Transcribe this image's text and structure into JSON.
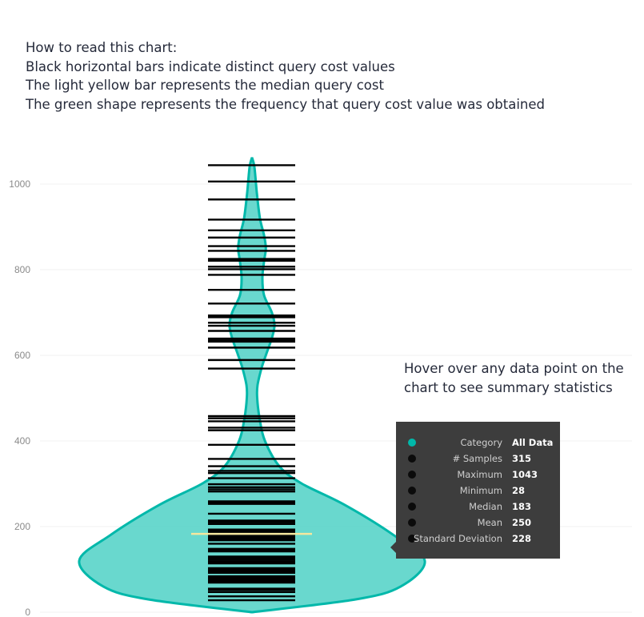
{
  "instructions": {
    "lines": [
      "How to read this chart:",
      "Black horizontal bars indicate distinct query cost values",
      "The light yellow bar represents the median query cost",
      "The green shape represents the frequency that query cost value was obtained"
    ]
  },
  "hover_note": {
    "lines": [
      "Hover over any data point on the",
      "chart to see summary statistics"
    ]
  },
  "tooltip": {
    "rows": [
      {
        "label": "Category",
        "value": "All Data",
        "dot_color": "#01b8aa"
      },
      {
        "label": "# Samples",
        "value": "315",
        "dot_color": "#0b0b0b"
      },
      {
        "label": "Maximum",
        "value": "1043",
        "dot_color": "#0b0b0b"
      },
      {
        "label": "Minimum",
        "value": "28",
        "dot_color": "#0b0b0b"
      },
      {
        "label": "Median",
        "value": "183",
        "dot_color": "#0b0b0b"
      },
      {
        "label": "Mean",
        "value": "250",
        "dot_color": "#0b0b0b"
      },
      {
        "label": "Standard Deviation",
        "value": "228",
        "dot_color": "#0b0b0b"
      }
    ]
  },
  "chart_data": {
    "type": "violin",
    "category": "All Data",
    "ylim": [
      0,
      1000
    ],
    "yticks": [
      0,
      200,
      400,
      600,
      800,
      1000
    ],
    "grid": true,
    "colors": {
      "violin_fill": "#4fd1c5",
      "violin_stroke": "#01b8aa",
      "barcode": "#000000",
      "median": "#f5e79e"
    },
    "median": 183,
    "distinct_values": [
      1044,
      1006,
      964,
      917,
      892,
      875,
      855,
      844,
      825,
      821,
      807,
      801,
      788,
      753,
      721,
      693,
      689,
      676,
      669,
      657,
      639,
      635,
      632,
      618,
      589,
      569,
      458,
      453,
      446,
      431,
      425,
      391,
      358,
      341,
      330,
      325,
      313,
      299,
      292,
      287,
      282,
      259,
      256,
      253,
      230,
      214,
      210,
      206,
      193,
      189,
      186,
      180,
      176,
      172,
      168,
      160,
      148,
      145,
      142,
      130,
      126,
      122,
      118,
      114,
      103,
      99,
      95,
      92,
      84,
      80,
      77,
      73,
      69,
      55,
      52,
      47,
      37,
      28
    ],
    "density": [
      [
        0,
        0
      ],
      [
        30,
        0.6
      ],
      [
        60,
        0.86
      ],
      [
        120,
        1.0
      ],
      [
        180,
        0.82
      ],
      [
        250,
        0.54
      ],
      [
        300,
        0.29
      ],
      [
        340,
        0.16
      ],
      [
        400,
        0.075
      ],
      [
        450,
        0.045
      ],
      [
        500,
        0.03
      ],
      [
        530,
        0.032
      ],
      [
        570,
        0.055
      ],
      [
        600,
        0.08
      ],
      [
        640,
        0.115
      ],
      [
        670,
        0.13
      ],
      [
        700,
        0.115
      ],
      [
        740,
        0.07
      ],
      [
        780,
        0.06
      ],
      [
        820,
        0.07
      ],
      [
        850,
        0.08
      ],
      [
        880,
        0.07
      ],
      [
        920,
        0.046
      ],
      [
        980,
        0.028
      ],
      [
        1040,
        0.014
      ],
      [
        1062,
        0
      ]
    ]
  }
}
